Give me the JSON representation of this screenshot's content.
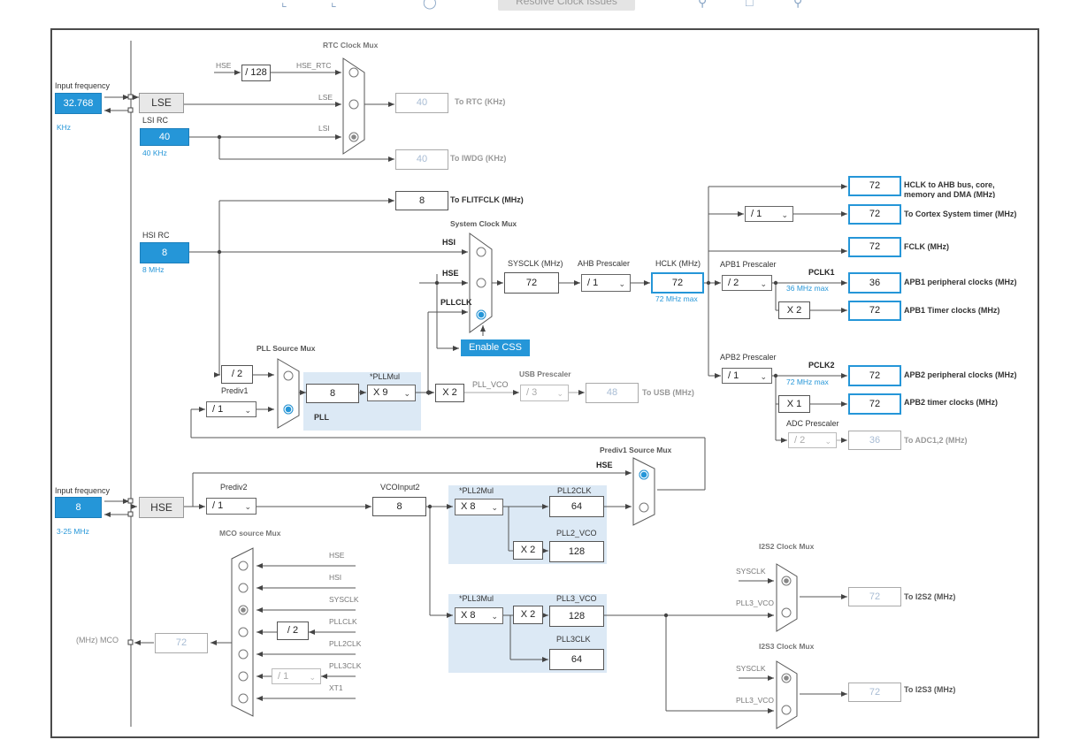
{
  "toolbar": {
    "resolve_button": "Resolve Clock Issues",
    "icons": [
      "undo-icon",
      "redo-icon",
      "refresh-icon",
      "zoom-in-icon",
      "fit-icon",
      "zoom-out-icon"
    ]
  },
  "colors": {
    "accent": "#2596d8",
    "panel": "#dce9f5",
    "wire": "#555555"
  },
  "lse": {
    "input_frequency_label": "Input frequency",
    "value": "32.768",
    "unit": "KHz",
    "block_label": "LSE"
  },
  "lsi": {
    "title": "LSI RC",
    "value": "40",
    "freq": "40 KHz"
  },
  "rtc": {
    "mux_title": "RTC Clock Mux",
    "hse_label": "HSE",
    "div": "/ 128",
    "hse_rtc": "HSE_RTC",
    "lse_in": "LSE",
    "lsi_in": "LSI",
    "out_value": "40",
    "out_label": "To RTC (KHz)",
    "iwdg_value": "40",
    "iwdg_label": "To IWDG (KHz)"
  },
  "flit": {
    "value": "8",
    "label": "To FLITFCLK (MHz)"
  },
  "hsi": {
    "title": "HSI RC",
    "value": "8",
    "freq": "8 MHz"
  },
  "sysmux": {
    "title": "System Clock Mux",
    "hsi": "HSI",
    "hse": "HSE",
    "pllclk": "PLLCLK",
    "enable_css": "Enable CSS",
    "sysclk_label": "SYSCLK (MHz)",
    "sysclk_value": "72",
    "ahb_label": "AHB Prescaler",
    "ahb_value": "/ 1",
    "hclk_label": "HCLK (MHz)",
    "hclk_value": "72",
    "hclk_max": "72 MHz max"
  },
  "ahb_outputs": {
    "hclk_value": "72",
    "hclk_label": "HCLK to AHB bus, core, memory and DMA (MHz)",
    "cortex_div": "/ 1",
    "cortex_value": "72",
    "cortex_label": "To Cortex System timer (MHz)",
    "fclk_value": "72",
    "fclk_label": "FCLK (MHz)"
  },
  "apb1": {
    "title": "APB1 Prescaler",
    "div": "/ 2",
    "pclk": "PCLK1",
    "max": "36 MHz max",
    "periph_value": "36",
    "periph_label": "APB1 peripheral clocks (MHz)",
    "mult": "X 2",
    "timer_value": "72",
    "timer_label": "APB1 Timer clocks (MHz)"
  },
  "apb2": {
    "title": "APB2 Prescaler",
    "div": "/ 1",
    "pclk": "PCLK2",
    "max": "72 MHz max",
    "periph_value": "72",
    "periph_label": "APB2 peripheral clocks (MHz)",
    "mult": "X 1",
    "timer_value": "72",
    "timer_label": "APB2 timer clocks (MHz)",
    "adc_title": "ADC Prescaler",
    "adc_div": "/ 2",
    "adc_value": "36",
    "adc_label": "To ADC1,2 (MHz)"
  },
  "pll": {
    "source_mux": "PLL Source Mux",
    "prediv1_div": "/ 2",
    "prediv1_label": "Prediv1",
    "prediv1_sel": "/ 1",
    "pllmul_label": "*PLLMul",
    "input": "8",
    "mul": "X 9",
    "name": "PLL",
    "x2": "X 2",
    "pll_vco": "PLL_VCO",
    "usb_title": "USB Prescaler",
    "usb_div": "/ 3",
    "usb_value": "48",
    "usb_label": "To USB (MHz)"
  },
  "prediv1_mux": {
    "title": "Prediv1 Source Mux",
    "hse": "HSE"
  },
  "hse": {
    "input_frequency_label": "Input frequency",
    "value": "8",
    "range": "3-25 MHz",
    "block_label": "HSE",
    "prediv2_label": "Prediv2",
    "prediv2_sel": "/ 1",
    "vco_label": "VCOInput2",
    "vco_value": "8"
  },
  "pll2": {
    "mul_label": "*PLL2Mul",
    "mul": "X 8",
    "clk_label": "PLL2CLK",
    "clk_value": "64",
    "vco_label": "PLL2_VCO",
    "x2": "X 2",
    "vco_value": "128"
  },
  "pll3": {
    "mul_label": "*PLL3Mul",
    "mul": "X 8",
    "x2": "X 2",
    "vco_label": "PLL3_VCO",
    "vco_value": "128",
    "clk_label": "PLL3CLK",
    "clk_value": "64"
  },
  "mco": {
    "title": "MCO source Mux",
    "inputs": [
      "HSE",
      "HSI",
      "SYSCLK",
      "PLLCLK",
      "PLL2CLK",
      "PLL3CLK",
      "XT1"
    ],
    "pllclk_div": "/ 2",
    "pll3clk_div": "/ 1",
    "out_value": "72",
    "out_label": "(MHz) MCO"
  },
  "i2s2": {
    "title": "I2S2 Clock Mux",
    "sysclk": "SYSCLK",
    "pll3_vco": "PLL3_VCO",
    "value": "72",
    "label": "To I2S2 (MHz)"
  },
  "i2s3": {
    "title": "I2S3 Clock Mux",
    "sysclk": "SYSCLK",
    "pll3_vco": "PLL3_VCO",
    "value": "72",
    "label": "To I2S3 (MHz)"
  }
}
